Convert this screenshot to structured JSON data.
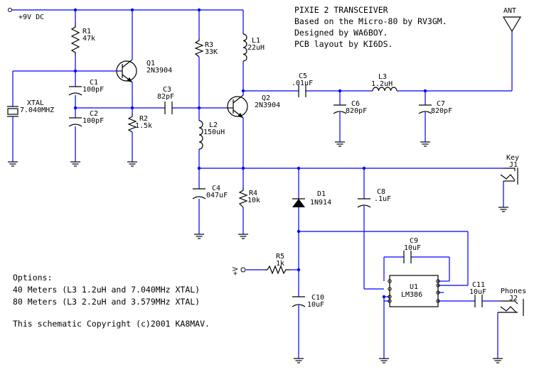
{
  "title_block": {
    "title": "PIXIE 2 TRANSCEIVER",
    "line2": "Based on the Micro-80 by RV3GM.",
    "line3": "Designed by WA6BOY.",
    "line4": "PCB layout by KI6DS."
  },
  "options": {
    "heading": "Options:",
    "opt1": "40 Meters (L3 1.2uH and 7.040MHz XTAL)",
    "opt2": "80 Meters (L3 2.2uH and 3.579MHz XTAL)",
    "copyright": "This schematic Copyright (c)2001 KA8MAV."
  },
  "supply": {
    "label": "+9V DC",
    "v_label": "+V"
  },
  "components": {
    "R1": {
      "ref": "R1",
      "value": "47k"
    },
    "R2": {
      "ref": "R2",
      "value": "1.5k"
    },
    "R3": {
      "ref": "R3",
      "value": "33K"
    },
    "R4": {
      "ref": "R4",
      "value": "10k"
    },
    "R5": {
      "ref": "R5",
      "value": "1k"
    },
    "C1": {
      "ref": "C1",
      "value": "100pF"
    },
    "C2": {
      "ref": "C2",
      "value": "100pF"
    },
    "C3": {
      "ref": "C3",
      "value": "82pF"
    },
    "C4": {
      "ref": "C4",
      "value": "047uF"
    },
    "C5": {
      "ref": "C5",
      "value": ".01uF"
    },
    "C6": {
      "ref": "C6",
      "value": "820pF"
    },
    "C7": {
      "ref": "C7",
      "value": "820pF"
    },
    "C8": {
      "ref": "C8",
      "value": ".1uF"
    },
    "C9": {
      "ref": "C9",
      "value": "10uF"
    },
    "C10": {
      "ref": "C10",
      "value": "10uF"
    },
    "C11": {
      "ref": "C11",
      "value": "10uF"
    },
    "L1": {
      "ref": "L1",
      "value": "22uH"
    },
    "L2": {
      "ref": "L2",
      "value": "150uH"
    },
    "L3": {
      "ref": "L3",
      "value": "1.2uH"
    },
    "Q1": {
      "ref": "Q1",
      "value": "2N3904"
    },
    "Q2": {
      "ref": "Q2",
      "value": "2N3904"
    },
    "D1": {
      "ref": "D1",
      "value": "1N914"
    },
    "U1": {
      "ref": "U1",
      "value": "LM386"
    },
    "XTAL": {
      "ref": "XTAL",
      "value": "7.040MHZ"
    }
  },
  "connectors": {
    "ant": "ANT",
    "key": "Key",
    "j1": "J1",
    "phones": "Phones",
    "j2": "J2"
  },
  "colors": {
    "wire": "#0000ff",
    "part": "#000000",
    "background": "#ffffff"
  }
}
